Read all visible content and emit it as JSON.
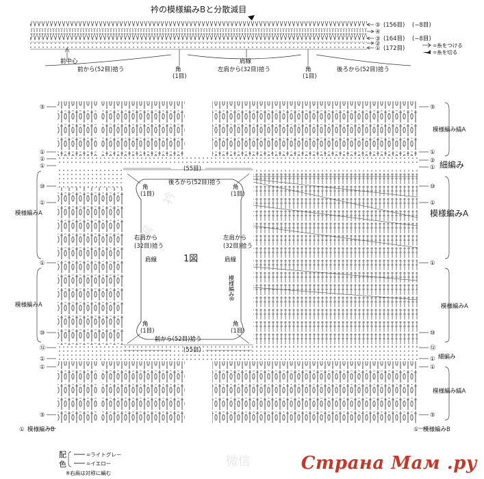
{
  "top": {
    "title": "衿の模様編みBと分散減目",
    "rounds": [
      {
        "num": "⑤",
        "count": "(156目)",
        "dec": "(−8目)"
      },
      {
        "num": "④",
        "count": "",
        "dec": ""
      },
      {
        "num": "③",
        "count": "(164目)",
        "dec": "(−8目)"
      },
      {
        "num": "②",
        "count": "",
        "dec": ""
      },
      {
        "num": "①",
        "count": "(172目)",
        "dec": ""
      }
    ],
    "legend_attach": "=糸をつける",
    "legend_cut": "=糸を切る",
    "front_center": "前中心",
    "shoulder_line": "肩線",
    "front_pickup": "前から(52目)拾う",
    "left_shoulder_pickup": "左肩から(32目)拾う",
    "back_pickup": "後ろから(52目)拾う",
    "corner": "角",
    "corner_count": "(1目)"
  },
  "main": {
    "figure_label": "1図",
    "top_count": "(55目)",
    "bottom_count": "(55目)",
    "back_pickup": "後ろから(52目)拾う",
    "front_pickup": "前から(52目)拾う",
    "corner": "角",
    "corner_count": "(1目)",
    "right_shoulder": "右肩から",
    "right_shoulder_count": "(32目)拾う",
    "left_shoulder": "左肩から",
    "left_shoulder_count": "(32目)拾う",
    "shoulder_line": "肩線",
    "pattern_b": "模様編みB",
    "side_labels": {
      "pattern_a_top": "模様編み縞A",
      "thin": "細編み",
      "pattern_a": "模様編みA",
      "pattern_a_lower": "模様編みA",
      "thin_lower": "細編み",
      "pattern_a_bottom": "模様編み縞A",
      "pattern_b_bottom": "模様編みB"
    },
    "left_labels": {
      "pattern_a_1": "模様編みA",
      "pattern_a_2": "模様編みA",
      "pattern_b": "模様編みB"
    },
    "row_markers_left": [
      "⑤",
      "①",
      "①",
      "①",
      "⑩",
      "①",
      "①",
      "⑩",
      "⑫",
      "①",
      "①",
      "⑤",
      "①"
    ],
    "row_markers_right": [
      "⑤",
      "①",
      "②",
      "①",
      "⑩",
      "①",
      "①",
      "⑩",
      "⑫",
      "①",
      "①",
      "⑤",
      "①"
    ]
  },
  "color_legend": {
    "title_1": "配",
    "title_2": "色",
    "light_gray": "=ライトグレー",
    "yellow": "=イエロー",
    "note": "※右肩は対称に編む"
  },
  "watermark": {
    "text": "Страна Мам",
    "suffix": ".ру"
  }
}
